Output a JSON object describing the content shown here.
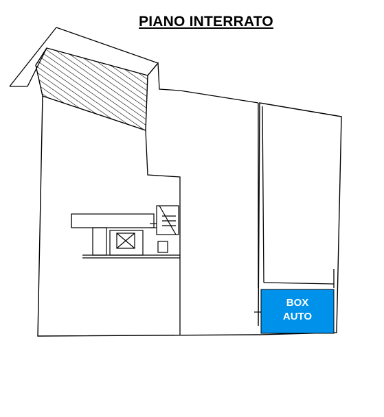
{
  "plan": {
    "title": "PIANO INTERRATO",
    "box": {
      "line1": "BOX",
      "line2": "AUTO",
      "fill_color": "#0091ea",
      "text_color": "#ffffff"
    },
    "line_color": "#000000",
    "hatch_color": "#000000"
  }
}
